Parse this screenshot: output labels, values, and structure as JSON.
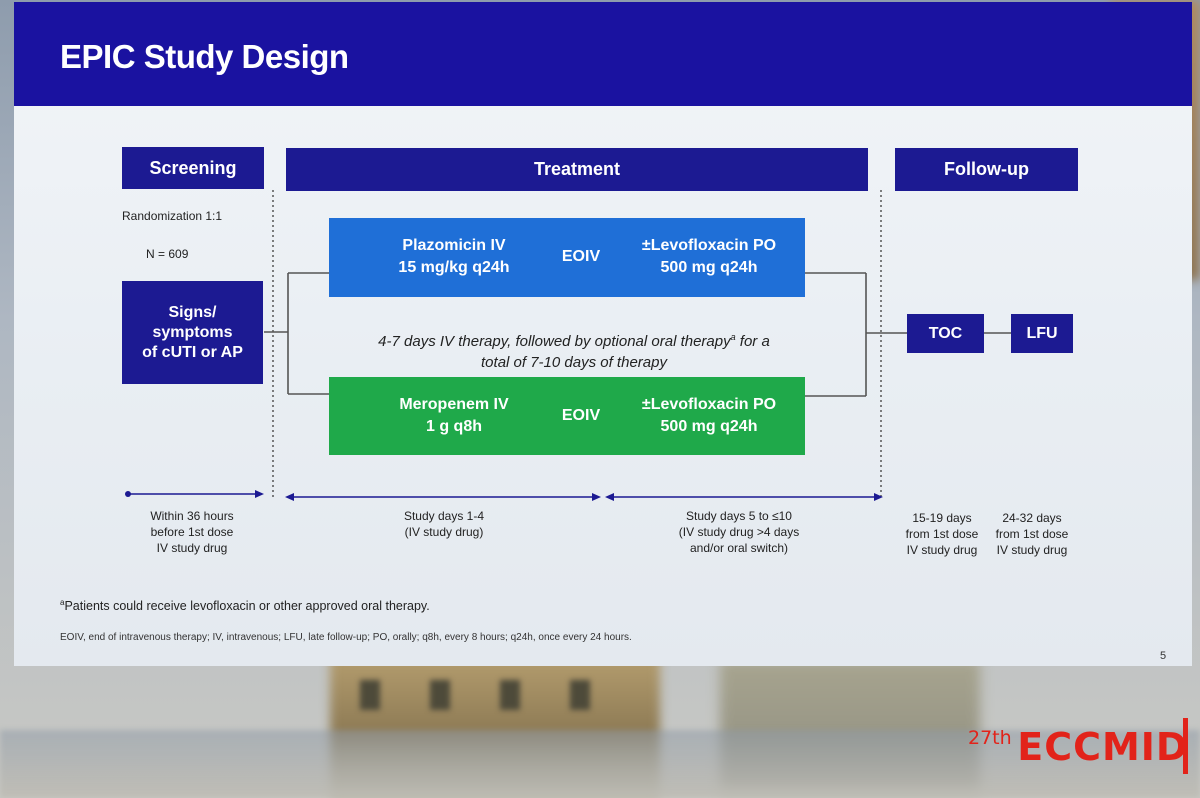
{
  "slide": {
    "title": "EPIC Study Design",
    "page_number": "5"
  },
  "phases": {
    "screening": "Screening",
    "treatment": "Treatment",
    "follow_up": "Follow-up"
  },
  "randomization": {
    "ratio": "Randomization 1:1",
    "n": "N = 609"
  },
  "entry_box": {
    "line1": "Signs/",
    "line2": "symptoms",
    "line3": "of cUTI or AP"
  },
  "arms": {
    "plazomicin": {
      "drug_line1": "Plazomicin IV",
      "drug_line2": "15 mg/kg q24h",
      "eoiv": "EOIV",
      "oral_line1": "±Levofloxacin PO",
      "oral_line2": "500 mg q24h"
    },
    "meropenem": {
      "drug_line1": "Meropenem IV",
      "drug_line2": "1 g q8h",
      "eoiv": "EOIV",
      "oral_line1": "±Levofloxacin PO",
      "oral_line2": "500 mg q24h"
    }
  },
  "therapy_note": {
    "line1_pre": "4-7 days IV therapy, followed by optional oral therapy",
    "line1_sup": "a",
    "line1_post": " for a",
    "line2": "total of 7-10 days of therapy"
  },
  "visits": {
    "toc": "TOC",
    "lfu": "LFU"
  },
  "timeline": {
    "screening_l1": "Within 36 hours",
    "screening_l2": "before 1st dose",
    "screening_l3": "IV study drug",
    "days_1_4_l1": "Study days 1-4",
    "days_1_4_l2": "(IV study drug)",
    "days_5_10_l1": "Study days 5 to ≤10",
    "days_5_10_l2": "(IV study drug >4 days",
    "days_5_10_l3": "and/or oral switch)",
    "toc_l1": "15-19 days",
    "toc_l2": "from 1st dose",
    "toc_l3": "IV study drug",
    "lfu_l1": "24-32 days",
    "lfu_l2": "from 1st dose",
    "lfu_l3": "IV study drug"
  },
  "footnotes": {
    "a_marker": "a",
    "a_text": "Patients could receive levofloxacin or other approved oral therapy.",
    "abbreviations": "EOIV, end of intravenous therapy; IV, intravenous; LFU, late follow-up; PO, orally; q8h, every 8 hours; q24h, once every 24 hours."
  },
  "logo": {
    "edition": "27th",
    "name": "ECCMID"
  },
  "colors": {
    "navy": "#1c1a92",
    "title_bar": "#1a12a0",
    "blue_arm": "#1f6fd7",
    "green_arm": "#1fa94a",
    "logo_red": "#e2231a"
  }
}
